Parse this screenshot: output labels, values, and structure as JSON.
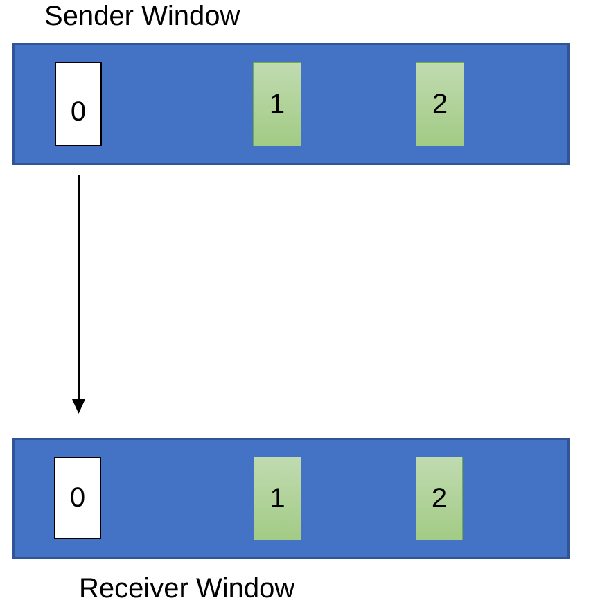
{
  "sender": {
    "title": "Sender Window",
    "slots": [
      {
        "label": "0",
        "variant": "white"
      },
      {
        "label": "1",
        "variant": "green"
      },
      {
        "label": "2",
        "variant": "green"
      }
    ]
  },
  "receiver": {
    "title": "Receiver Window",
    "slots": [
      {
        "label": "0",
        "variant": "white"
      },
      {
        "label": "1",
        "variant": "green"
      },
      {
        "label": "2",
        "variant": "green"
      }
    ]
  },
  "arrow": {
    "direction": "down",
    "from": "sender-slot-0",
    "to": "receiver-slot-0"
  },
  "colors": {
    "window_fill": "#4472C4",
    "window_border": "#2F5597",
    "slot_green_top": "#C0DBB0",
    "slot_green_bottom": "#A2CB85",
    "slot_green_border": "#70AD47",
    "slot_white_fill": "#FFFFFF",
    "slot_white_border": "#000000",
    "arrow_color": "#000000",
    "text_color": "#000000"
  }
}
